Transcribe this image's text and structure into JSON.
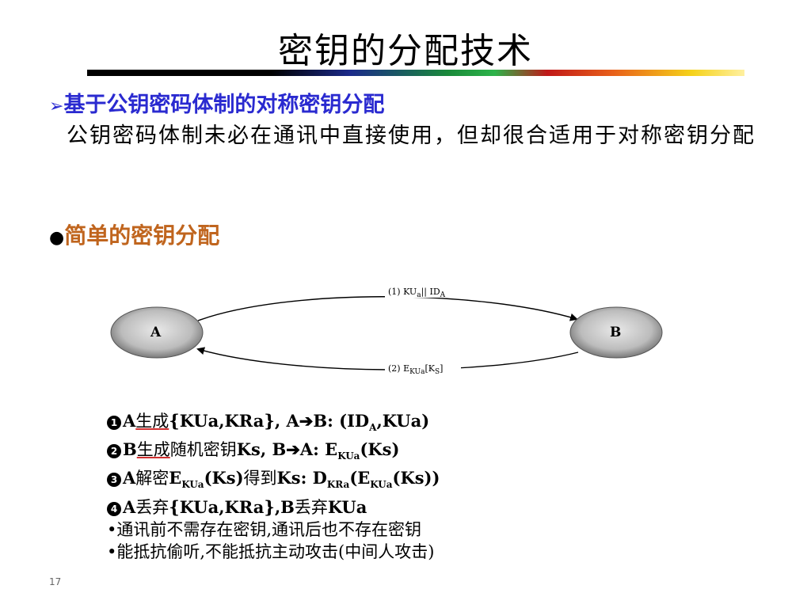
{
  "slide": {
    "title": "密钥的分配技术",
    "heading": "基于公钥密码体制的对称密钥分配",
    "heading_marker": "➢",
    "paragraph": "公钥密码体制未必在通讯中直接使用，但却很合适用于对称密钥分配",
    "subheading": "简单的密钥分配",
    "subheading_marker": "●",
    "page_number": "17"
  },
  "diagram": {
    "node_a": "A",
    "node_b": "B",
    "arrow1_label": {
      "pre": "(1) KU",
      "sub1": "a",
      "mid": "|| ID",
      "sub2": "A"
    },
    "arrow2_label": {
      "pre": "(2) E",
      "sub1": "KUa",
      "mid": "[K",
      "sub2": "S",
      "post": "]"
    }
  },
  "steps": {
    "s1": {
      "num": "1",
      "a": "A",
      "gen": "生成",
      "set": "{KUa,KRa}, A",
      "b": "B: (ID",
      "sub": "A",
      "rest": ",KUa)"
    },
    "s2": {
      "num": "2",
      "a": "B",
      "gen": "生成",
      "txt": "随机密钥",
      "rest1": "Ks, B",
      "b": "A: E",
      "sub": "KUa",
      "rest2": "(Ks)"
    },
    "s3": {
      "num": "3",
      "a": "A",
      "txt1": "解密",
      "e": "E",
      "sub1": "KUa",
      "r1": "(Ks)",
      "txt2": "得到",
      "r2": "Ks: D",
      "sub2": "KRa",
      "r3": "(E",
      "sub3": "KUa",
      "r4": "(Ks))"
    },
    "s4": {
      "num": "4",
      "a": "A",
      "txt1": "丢弃",
      "set": "{KUa,KRa},B",
      "txt2": "丢弃",
      "end": "KUa"
    },
    "b1": "•通讯前不需存在密钥,通讯后也不存在密钥",
    "b2": "•能抵抗偷听,不能抵抗主动攻击(中间人攻击)"
  }
}
